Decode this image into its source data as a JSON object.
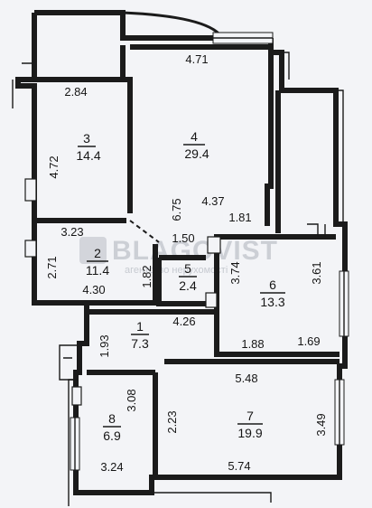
{
  "watermark": {
    "brand": "BLAGOVIST",
    "subtitle": "агентство нерухомості"
  },
  "rooms": [
    {
      "number": "1",
      "area": "7.3"
    },
    {
      "number": "2",
      "area": "11.4"
    },
    {
      "number": "3",
      "area": "14.4"
    },
    {
      "number": "4",
      "area": "29.4"
    },
    {
      "number": "5",
      "area": "2.4"
    },
    {
      "number": "6",
      "area": "13.3"
    },
    {
      "number": "7",
      "area": "19.9"
    },
    {
      "number": "8",
      "area": "6.9"
    }
  ],
  "dimensions": [
    "4.71",
    "2.84",
    "4.72",
    "6.75",
    "4.37",
    "1.81",
    "3.23",
    "1.50",
    "2.71",
    "4.30",
    "1.82",
    "3.74",
    "3.61",
    "1.93",
    "4.26",
    "1.88",
    "1.69",
    "3.08",
    "5.48",
    "2.23",
    "3.49",
    "3.24",
    "5.74"
  ]
}
